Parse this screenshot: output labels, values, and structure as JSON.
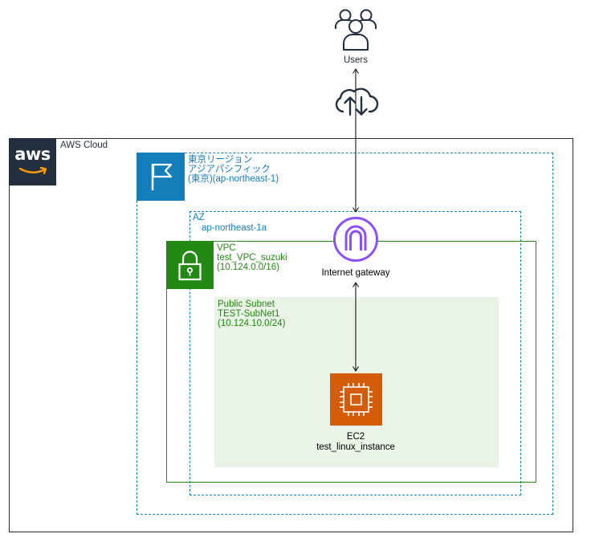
{
  "users": {
    "label": "Users",
    "icon": "users-icon"
  },
  "internet": {
    "icon": "cloud-upload-download-icon"
  },
  "aws_cloud": {
    "label": "AWS Cloud",
    "logo_text": "aws",
    "color": "#232F3E"
  },
  "region": {
    "line1": "東京リージョン",
    "line2": "アジアパシフィック",
    "line3": "(東京)(ap-northeast-1)",
    "color": "#147EBA"
  },
  "az": {
    "line1": "AZ",
    "line2": "ap-northeast-1a",
    "color": "#147EBA"
  },
  "vpc": {
    "line1": "VPC",
    "line2": "test_VPC_suzuki",
    "line3": "(10.124.0.0/16)",
    "color": "#248814"
  },
  "subnet": {
    "line1": "Public Subnet",
    "line2": "TEST-SubNet1",
    "line3": "(10.124.10.0/24)",
    "color": "#248814",
    "fill": "#E9F3E6"
  },
  "igw": {
    "label": "Internet gateway",
    "color": "#8C4FFF"
  },
  "ec2": {
    "line1": "EC2",
    "line2": "test_linux_instance",
    "color": "#D45B07"
  }
}
